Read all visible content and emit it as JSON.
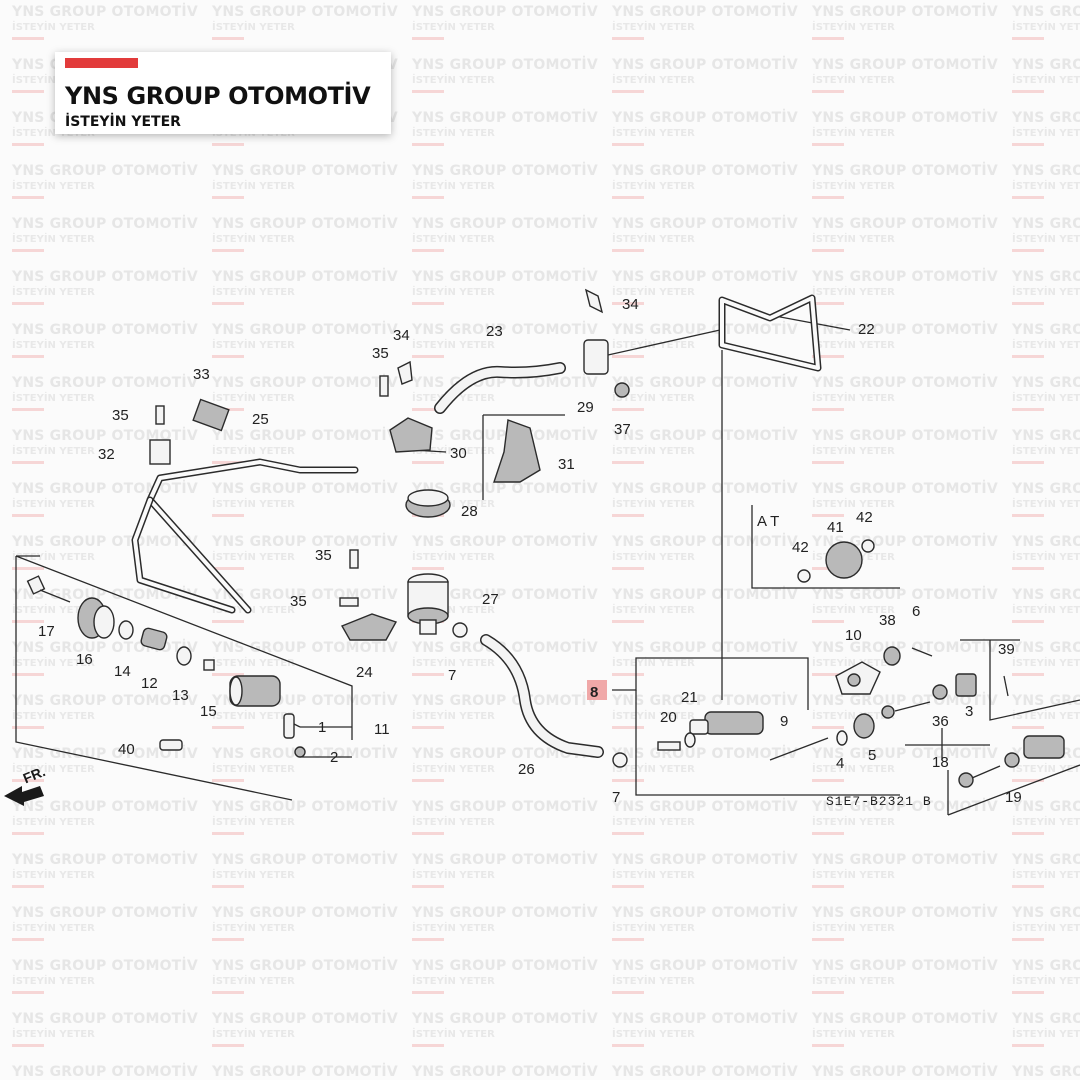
{
  "watermark": {
    "line1": "YNS GROUP OTOMOTİV",
    "line2": "İSTEYİN YETER"
  },
  "brand": {
    "name": "YNS GROUP OTOMOTİV",
    "tagline": "İSTEYİN YETER",
    "accent_color": "#e23b3b"
  },
  "diagram": {
    "code": "S1E7-B2321 B",
    "at_label": "A T",
    "front_label": "FR.",
    "highlight_color": "#f0a8a8",
    "labels": [
      {
        "id": "1",
        "text": "1"
      },
      {
        "id": "2",
        "text": "2"
      },
      {
        "id": "3",
        "text": "3"
      },
      {
        "id": "4",
        "text": "4"
      },
      {
        "id": "5",
        "text": "5"
      },
      {
        "id": "6",
        "text": "6"
      },
      {
        "id": "7a",
        "text": "7"
      },
      {
        "id": "7b",
        "text": "7"
      },
      {
        "id": "8",
        "text": "8",
        "highlighted": true
      },
      {
        "id": "9",
        "text": "9"
      },
      {
        "id": "10",
        "text": "10"
      },
      {
        "id": "11",
        "text": "11"
      },
      {
        "id": "12",
        "text": "12"
      },
      {
        "id": "13",
        "text": "13"
      },
      {
        "id": "14",
        "text": "14"
      },
      {
        "id": "15",
        "text": "15"
      },
      {
        "id": "16",
        "text": "16"
      },
      {
        "id": "17",
        "text": "17"
      },
      {
        "id": "18",
        "text": "18"
      },
      {
        "id": "19",
        "text": "19"
      },
      {
        "id": "20",
        "text": "20"
      },
      {
        "id": "21",
        "text": "21"
      },
      {
        "id": "22",
        "text": "22"
      },
      {
        "id": "23",
        "text": "23"
      },
      {
        "id": "24",
        "text": "24"
      },
      {
        "id": "25",
        "text": "25"
      },
      {
        "id": "26",
        "text": "26"
      },
      {
        "id": "27",
        "text": "27"
      },
      {
        "id": "28",
        "text": "28"
      },
      {
        "id": "29",
        "text": "29"
      },
      {
        "id": "30",
        "text": "30"
      },
      {
        "id": "31",
        "text": "31"
      },
      {
        "id": "32",
        "text": "32"
      },
      {
        "id": "33",
        "text": "33"
      },
      {
        "id": "34a",
        "text": "34"
      },
      {
        "id": "34b",
        "text": "34"
      },
      {
        "id": "35a",
        "text": "35"
      },
      {
        "id": "35b",
        "text": "35"
      },
      {
        "id": "35c",
        "text": "35"
      },
      {
        "id": "35d",
        "text": "35"
      },
      {
        "id": "36",
        "text": "36"
      },
      {
        "id": "37",
        "text": "37"
      },
      {
        "id": "38",
        "text": "38"
      },
      {
        "id": "39",
        "text": "39"
      },
      {
        "id": "40",
        "text": "40"
      },
      {
        "id": "41",
        "text": "41"
      },
      {
        "id": "42a",
        "text": "42"
      },
      {
        "id": "42b",
        "text": "42"
      }
    ]
  }
}
